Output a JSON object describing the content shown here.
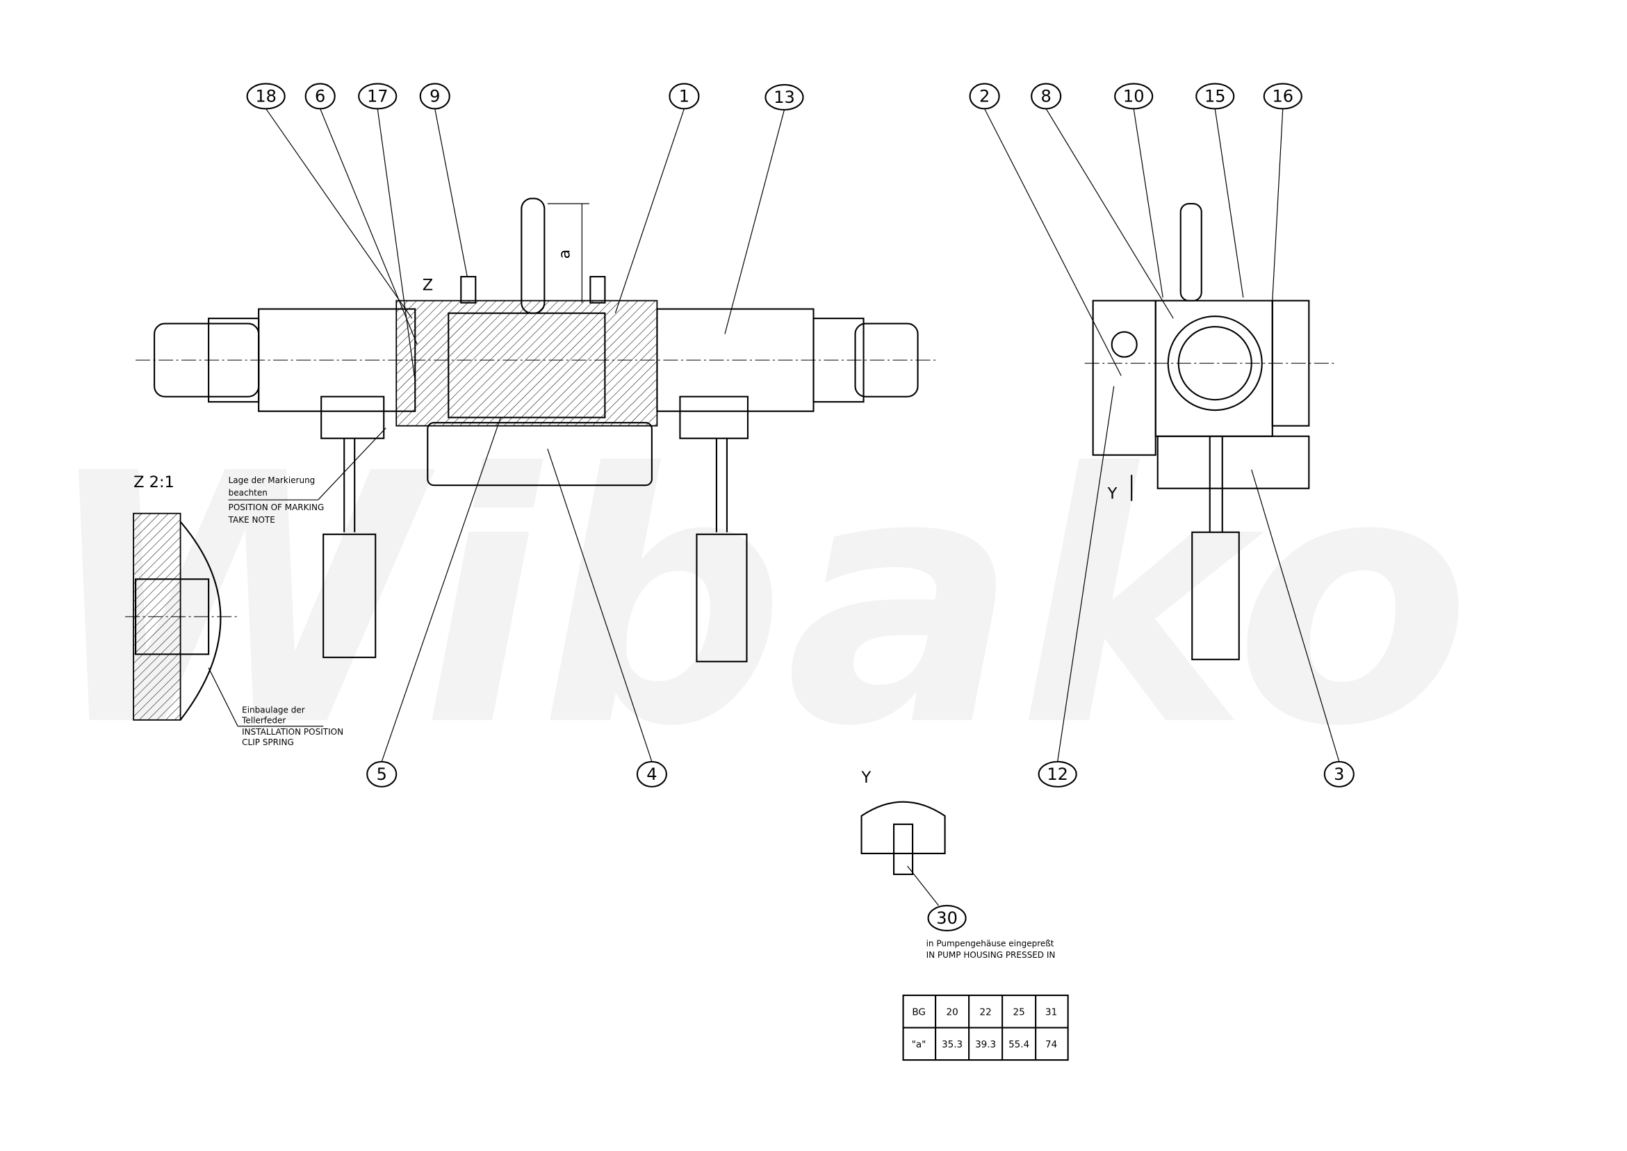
{
  "watermark": "Wibako",
  "balloons": {
    "b18": "18",
    "b6": "6",
    "b17": "17",
    "b9": "9",
    "b1": "1",
    "b13": "13",
    "b2": "2",
    "b8": "8",
    "b10": "10",
    "b15": "15",
    "b16": "16",
    "b5": "5",
    "b4": "4",
    "b12": "12",
    "b3": "3",
    "b30": "30"
  },
  "labels": {
    "view_z": "Z",
    "detail_z": "Z 2:1",
    "view_y_arrow": "Y",
    "view_y": "Y",
    "dim_a": "a"
  },
  "notes": {
    "marking_de_1": "Lage der Markierung",
    "marking_de_2": "beachten",
    "marking_en_1": "POSITION OF MARKING",
    "marking_en_2": "TAKE NOTE",
    "spring_de_1": "Einbaulage der",
    "spring_de_2": "Tellerfeder",
    "spring_en_1": "INSTALLATION POSITION",
    "spring_en_2": "CLIP SPRING",
    "pressed_de": "in Pumpengehäuse eingepreßt",
    "pressed_en": "IN PUMP HOUSING PRESSED IN"
  },
  "table": {
    "header": [
      "BG",
      "20",
      "22",
      "25",
      "31"
    ],
    "row": [
      "\"a\"",
      "35.3",
      "39.3",
      "55.4",
      "74"
    ]
  }
}
